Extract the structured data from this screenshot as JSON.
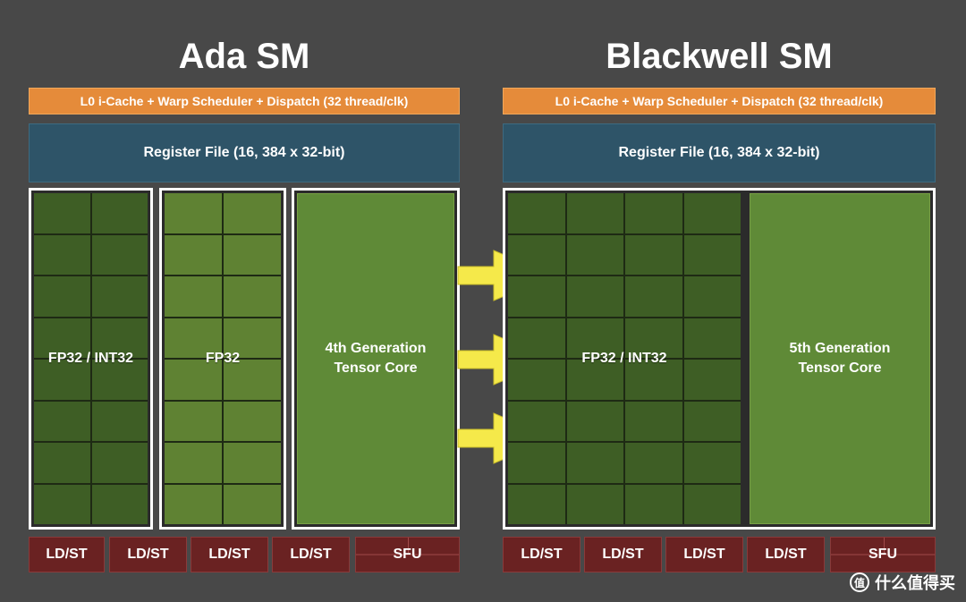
{
  "ada": {
    "title": "Ada SM",
    "cache_bar": "L0 i-Cache + Warp Scheduler + Dispatch (32 thread/clk)",
    "register_file": "Register File (16, 384 x 32-bit)",
    "fp32_int32_label": "FP32 / INT32",
    "fp32_label": "FP32",
    "tensor_line1": "4th Generation",
    "tensor_line2": "Tensor Core",
    "units": [
      "LD/ST",
      "LD/ST",
      "LD/ST",
      "LD/ST",
      "SFU"
    ]
  },
  "blackwell": {
    "title": "Blackwell SM",
    "cache_bar": "L0 i-Cache + Warp Scheduler + Dispatch (32 thread/clk)",
    "register_file": "Register File (16, 384 x 32-bit)",
    "fp32_int32_label": "FP32 / INT32",
    "tensor_line1": "5th Generation",
    "tensor_line2": "Tensor Core",
    "units": [
      "LD/ST",
      "LD/ST",
      "LD/ST",
      "LD/ST",
      "SFU"
    ]
  },
  "arrows": {
    "count": 3,
    "color": "#f5e94a"
  },
  "colors": {
    "background": "#484848",
    "cache_bar": "#e58b3a",
    "register_file": "#2e5468",
    "core_dark": "#3e5e25",
    "core_light": "#5f8233",
    "tensor": "#5f8a37",
    "unit": "#6a2222"
  },
  "watermark": {
    "icon": "值",
    "text": "什么值得买"
  }
}
